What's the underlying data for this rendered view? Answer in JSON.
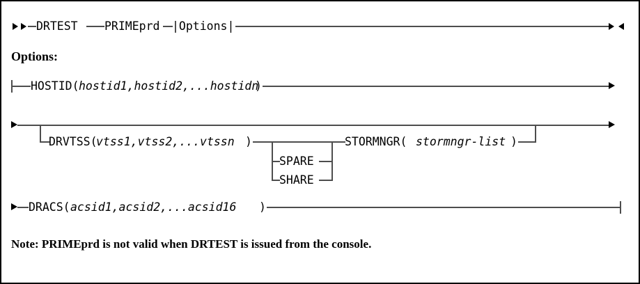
{
  "diagram": {
    "type": "railroad-syntax-diagram",
    "title": "DRTEST command syntax",
    "main_line": {
      "start_marker": "►►",
      "end_marker_right": "►",
      "end_marker_left": "◄",
      "tokens": [
        {
          "text": "DRTEST",
          "style": "keyword"
        },
        {
          "text": "PRIMEprd",
          "style": "keyword"
        },
        {
          "text": "|Options|",
          "style": "fragment-reference"
        }
      ]
    },
    "options_heading": "Options:",
    "option_rows": [
      {
        "id": "hostid",
        "start_marker": "├",
        "end_marker": "►",
        "keyword": "HOSTID(",
        "variable": "hostid1,hostid2,...hostidn",
        "close": ")"
      },
      {
        "id": "drvtss",
        "start_marker": "►",
        "end_marker": "►",
        "optional": true,
        "keyword": "DRVTSS(",
        "variable": "vtss1,vtss2,...vtssn",
        "close": ")",
        "alternatives": [
          "SPARE",
          "SHARE"
        ],
        "trailing_keyword": "STORMNGR(",
        "trailing_variable": "stormngr-list",
        "trailing_close": ")"
      },
      {
        "id": "dracs",
        "start_marker": "►",
        "end_marker": "┤",
        "keyword": "DRACS(",
        "variable": "acsid1,acsid2,...acsid16",
        "close": ")"
      }
    ],
    "note": "Note: PRIMEprd is not valid when DRTEST is issued from the console.",
    "colors": {
      "line": "#4d4d4d",
      "text": "#000000",
      "background": "#ffffff",
      "border": "#000000"
    }
  }
}
